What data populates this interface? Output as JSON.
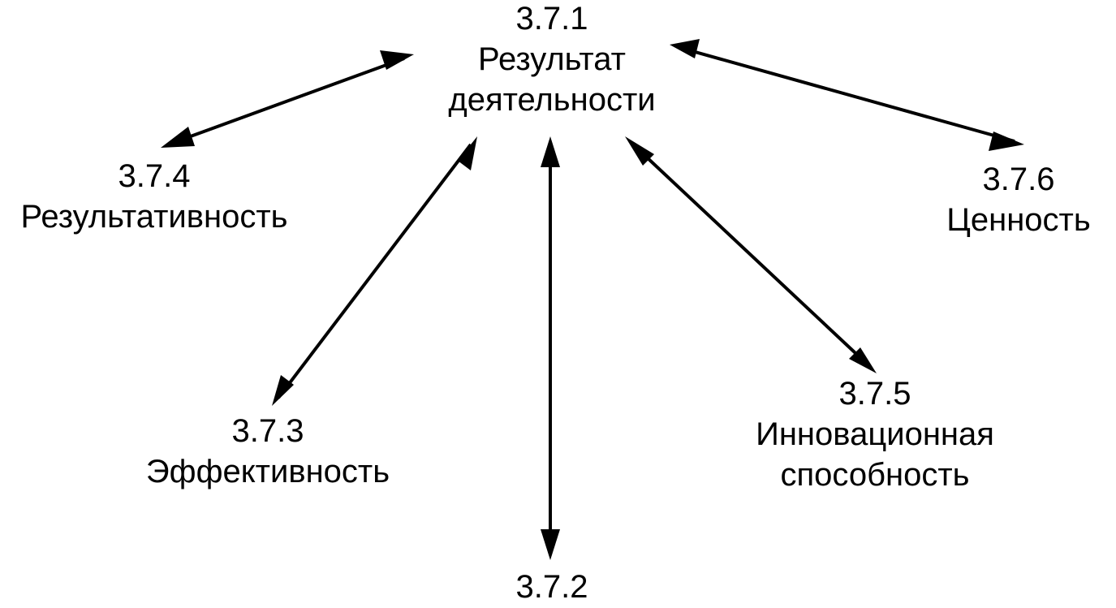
{
  "diagram": {
    "stroke_color": "#000000",
    "nodes": {
      "n371": {
        "number": "3.7.1",
        "label_line1": "Результат",
        "label_line2": "деятельности"
      },
      "n372": {
        "number": "3.7.2"
      },
      "n373": {
        "number": "3.7.3",
        "label_line1": "Эффективность"
      },
      "n374": {
        "number": "3.7.4",
        "label_line1": "Результативность"
      },
      "n375": {
        "number": "3.7.5",
        "label_line1": "Инновационная",
        "label_line2": "способность"
      },
      "n376": {
        "number": "3.7.6",
        "label_line1": "Ценность"
      }
    },
    "edges": [
      {
        "from": "3.7.1",
        "to": "3.7.4",
        "direction": "both"
      },
      {
        "from": "3.7.1",
        "to": "3.7.3",
        "direction": "both"
      },
      {
        "from": "3.7.1",
        "to": "3.7.2",
        "direction": "both"
      },
      {
        "from": "3.7.1",
        "to": "3.7.5",
        "direction": "both"
      },
      {
        "from": "3.7.1",
        "to": "3.7.6",
        "direction": "both"
      }
    ]
  }
}
